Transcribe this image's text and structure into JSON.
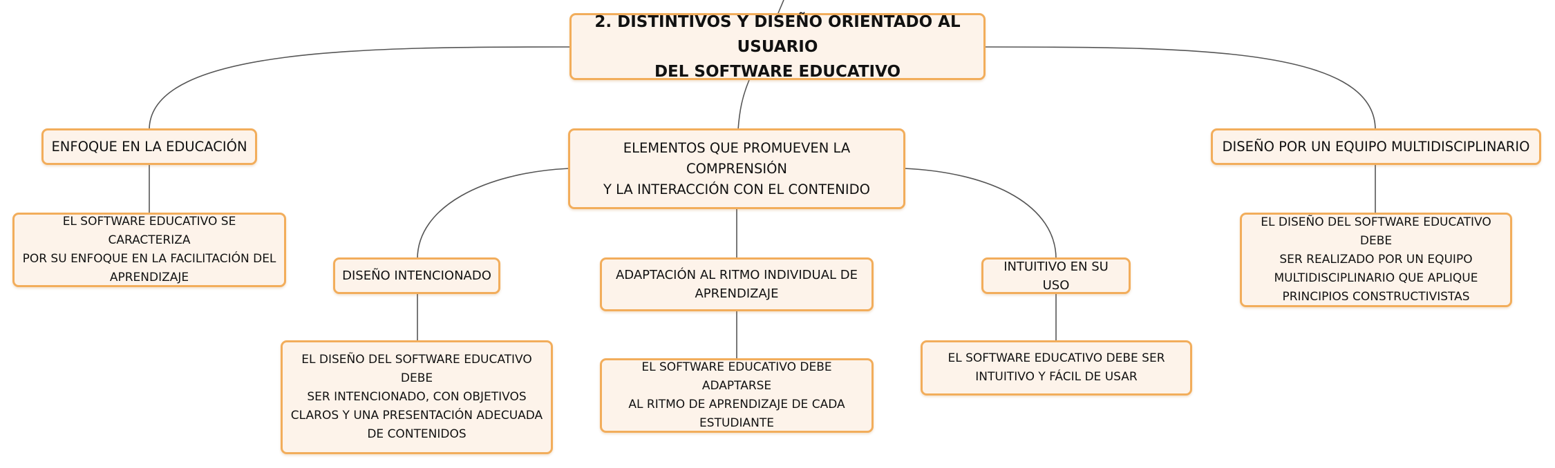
{
  "diagram": {
    "root": {
      "text": "2. DISTINTIVOS Y DISEÑO ORIENTADO AL USUARIO\nDEL SOFTWARE EDUCATIVO"
    },
    "branches": [
      {
        "id": "enfoque",
        "text": "ENFOQUE EN LA EDUCACIÓN",
        "children": [
          {
            "text": "EL SOFTWARE EDUCATIVO SE CARACTERIZA\nPOR SU ENFOQUE EN LA FACILITACIÓN DEL\nAPRENDIZAJE"
          }
        ]
      },
      {
        "id": "elementos",
        "text": "ELEMENTOS QUE PROMUEVEN LA COMPRENSIÓN\nY LA INTERACCIÓN CON EL CONTENIDO",
        "children": [
          {
            "text": "DISEÑO INTENCIONADO",
            "children": [
              {
                "text": "EL DISEÑO DEL SOFTWARE EDUCATIVO DEBE\nSER INTENCIONADO, CON OBJETIVOS\nCLAROS Y UNA PRESENTACIÓN ADECUADA\nDE CONTENIDOS"
              }
            ]
          },
          {
            "text": "ADAPTACIÓN AL RITMO INDIVIDUAL DE\nAPRENDIZAJE",
            "children": [
              {
                "text": "EL SOFTWARE EDUCATIVO DEBE ADAPTARSE\nAL RITMO DE APRENDIZAJE DE CADA\nESTUDIANTE"
              }
            ]
          },
          {
            "text": "INTUITIVO EN SU USO",
            "children": [
              {
                "text": "EL SOFTWARE EDUCATIVO DEBE SER\nINTUITIVO Y FÁCIL DE USAR"
              }
            ]
          }
        ]
      },
      {
        "id": "diseno-equipo",
        "text": "DISEÑO POR UN EQUIPO MULTIDISCIPLINARIO",
        "children": [
          {
            "text": "EL DISEÑO DEL SOFTWARE EDUCATIVO DEBE\nSER REALIZADO POR UN EQUIPO\nMULTIDISCIPLINARIO QUE APLIQUE\nPRINCIPIOS CONSTRUCTIVISTAS"
          }
        ]
      }
    ]
  },
  "colors": {
    "node_fill": "#fdf3ea",
    "node_border": "#f2ad5b",
    "connector": "#555555",
    "text": "#111111"
  }
}
